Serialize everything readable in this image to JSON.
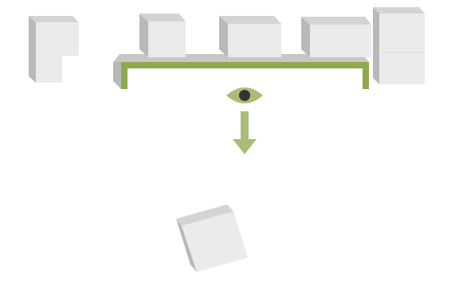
{
  "diagram": {
    "colors": {
      "background": "#ffffff",
      "box_front": "#ebebeb",
      "box_top": "#d4d4d4",
      "box_side": "#b9b9b9",
      "shelf_top": "#c9c6c6",
      "accent_green": "#8fa94f",
      "accent_green_light": "#a9bd78",
      "eye_pupil": "#333333"
    },
    "icons": {
      "viewer": "eye-icon",
      "direction": "arrow-down-icon"
    },
    "elements": {
      "l_shaped_piece": "l-shaped-block",
      "shelf_blocks": [
        "block-small-cube",
        "block-medium",
        "block-wide"
      ],
      "tall_block": "tall-block",
      "falling_block": "tilted-cube"
    }
  }
}
